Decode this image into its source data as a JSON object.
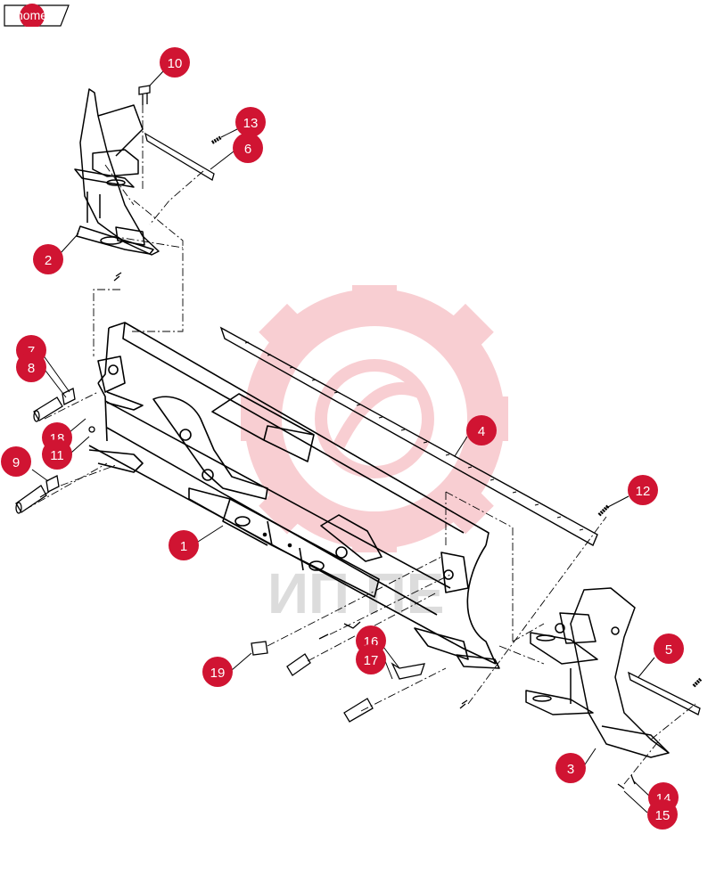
{
  "nav": {
    "home_label": "home"
  },
  "watermark": {
    "text": "ИП ПЕ"
  },
  "colors": {
    "callout": "#d01432",
    "line": "#000000",
    "watermark": "#f6c4c8"
  },
  "callouts": [
    "10",
    "13",
    "6",
    "2",
    "7",
    "8",
    "18",
    "11",
    "9",
    "1",
    "4",
    "12",
    "19",
    "16",
    "17",
    "5",
    "3",
    "14",
    "15"
  ]
}
